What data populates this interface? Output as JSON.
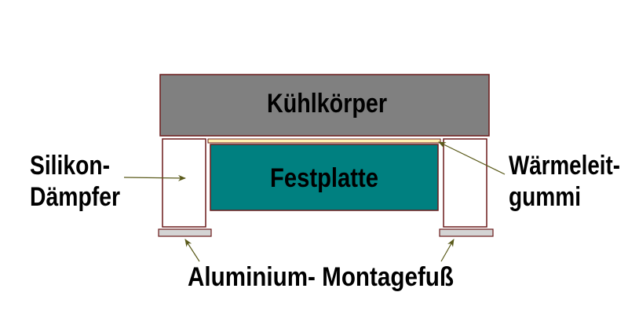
{
  "labels": {
    "heatsink": "Kühlkörper",
    "hdd": "Festplatte",
    "damper_line1": "Silikon-",
    "damper_line2": "Dämpfer",
    "pad_line1": "Wärmeleit-",
    "pad_line2": "gummi",
    "feet": "Aluminium- Montagefuß"
  },
  "colors": {
    "heatsink": "#808080",
    "hdd": "#008080",
    "pad": "#FFF0B0",
    "foot": "#D4D4D4",
    "outline": "#6B1A1A",
    "arrow": "#5A5A1A"
  }
}
